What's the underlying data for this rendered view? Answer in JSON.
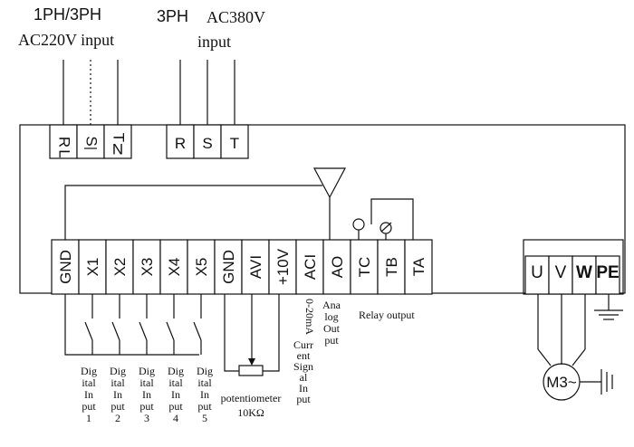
{
  "top_labels": {
    "single_phase_line1": "1PH/3PH",
    "single_phase_line2": "AC220V input",
    "three_phase_line1": "3PH",
    "three_phase_line1b": "AC380V",
    "three_phase_line2": "input"
  },
  "input_terminals_220": [
    {
      "top": "R",
      "bottom": "L"
    },
    {
      "top": "S",
      "bottom": ""
    },
    {
      "top": "T",
      "bottom": "N"
    }
  ],
  "input_terminals_380": [
    "R",
    "S",
    "T"
  ],
  "control_terminals": [
    "GND",
    "X1",
    "X2",
    "X3",
    "X4",
    "X5",
    "GND",
    "AVI",
    "+10V",
    "ACI",
    "AO",
    "TC",
    "TB",
    "TA"
  ],
  "output_terminals": [
    "U",
    "V",
    "W",
    "PE"
  ],
  "digital_inputs": [
    [
      "Dig",
      "ital",
      "In",
      "put",
      "1"
    ],
    [
      "Dig",
      "ital",
      "In",
      "put",
      "2"
    ],
    [
      "Dig",
      "ital",
      "In",
      "put",
      "3"
    ],
    [
      "Dig",
      "ital",
      "In",
      "put",
      "4"
    ],
    [
      "Dig",
      "ital",
      "In",
      "put",
      "5"
    ]
  ],
  "potentiometer": [
    "potentiometer",
    "10KΩ"
  ],
  "aci_label": "0-20mA",
  "current_signal": [
    "Curr",
    "ent",
    "Sign",
    "al",
    "In",
    "put"
  ],
  "analog_out": [
    "Ana",
    "log",
    "Out",
    "put"
  ],
  "relay_output": "Relay output",
  "motor": "M3~"
}
